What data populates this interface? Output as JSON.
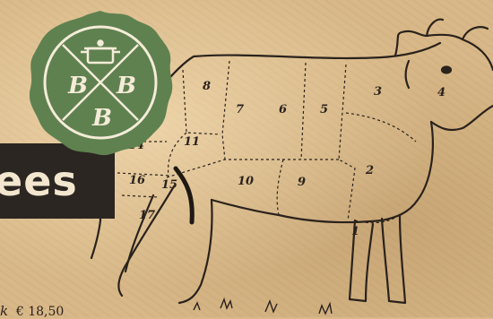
{
  "banner": {
    "text": "ees"
  },
  "badge": {
    "letters": [
      "B",
      "B",
      "B"
    ],
    "icon": "cooking-pot-icon",
    "color": "#5f8150"
  },
  "cow": {
    "cuts": [
      {
        "id": "1"
      },
      {
        "id": "2"
      },
      {
        "id": "3"
      },
      {
        "id": "4"
      },
      {
        "id": "5"
      },
      {
        "id": "6"
      },
      {
        "id": "7"
      },
      {
        "id": "8"
      },
      {
        "id": "9"
      },
      {
        "id": "10"
      },
      {
        "id": "11"
      },
      {
        "id": "14"
      },
      {
        "id": "15"
      },
      {
        "id": "16"
      },
      {
        "id": "17"
      }
    ]
  },
  "menu": {
    "item_fragment": "k",
    "price": "€ 18,50"
  },
  "colors": {
    "paper": "#d8b888",
    "ink": "#2a221c",
    "banner": "#2b2622",
    "badge": "#5f8150"
  }
}
